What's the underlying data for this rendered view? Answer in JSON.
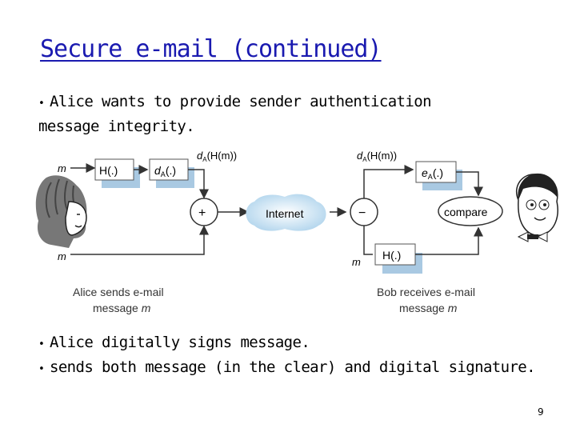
{
  "slide": {
    "title": "Secure e-mail (continued)",
    "bullets_top": [
      "Alice wants to provide sender authentication",
      "message integrity."
    ],
    "bullets_bottom": [
      "Alice digitally signs message.",
      "sends both message (in the clear) and digital signature."
    ],
    "bullet_symbol": "•",
    "page_number": "9"
  },
  "diagram": {
    "alice_m_top": "m",
    "alice_m_bottom": "m",
    "hash_box": "H(.)",
    "sign_box_d": "d",
    "sign_box_sub": "A",
    "sign_box_rest": "(.)",
    "sig_label_d": "d",
    "sig_label_sub": "A",
    "sig_label_rest": "(H(m))",
    "plus": "+",
    "minus": "−",
    "internet": "Internet",
    "bob_sig_label_d": "d",
    "bob_sig_label_sub": "A",
    "bob_sig_label_rest": "(H(m))",
    "verify_box_e": "e",
    "verify_box_sub": "A",
    "verify_box_rest": "(.)",
    "compare": "compare",
    "bob_m": "m",
    "bob_hash_box": "H(.)",
    "alice_caption_1": "Alice sends e-mail",
    "alice_caption_2_text": "message ",
    "alice_caption_2_var": "m",
    "bob_caption_1": "Bob receives e-mail",
    "bob_caption_2_text": "message ",
    "bob_caption_2_var": "m",
    "colors": {
      "box_shadow": "#a9c9e2",
      "internet_cloud": "#aed3ec",
      "title": "#1a1ab0"
    }
  }
}
